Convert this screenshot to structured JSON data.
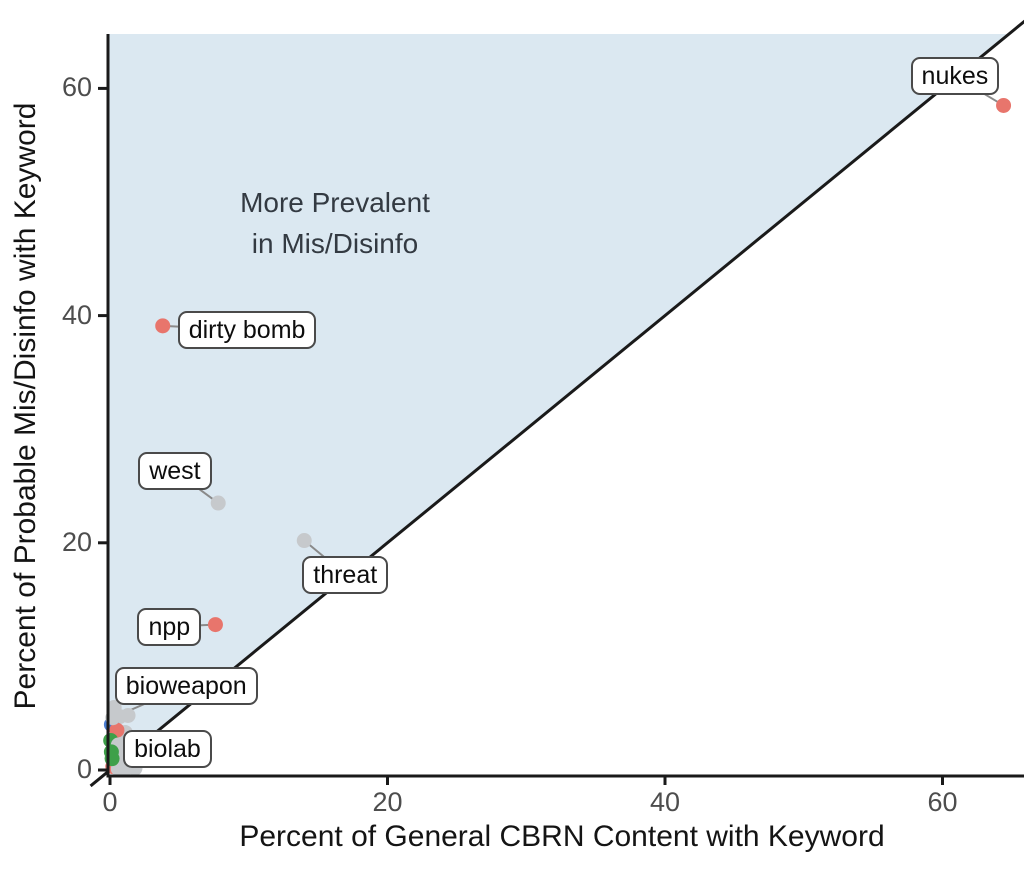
{
  "figure": {
    "annotation": {
      "line1": "More Prevalent",
      "line2": "in Mis/Disinfo"
    },
    "colors": {
      "background": "#FFFFFF",
      "shaded_region": "#DBE8F1",
      "reference_line": "#1A1A1A",
      "axis": "#1A1A1A",
      "tick_label": "#4D4D4D",
      "leader": "#8A8A8A",
      "salmon": "#E8756C",
      "gray": "#C6C9CC",
      "blue": "#4B7ED3",
      "green": "#3EA049"
    }
  },
  "chart_data": {
    "type": "scatter",
    "title": "",
    "xlabel": "Percent of General CBRN Content with Keyword",
    "ylabel": "Percent of Probable Mis/Disinfo with Keyword",
    "xlim": [
      0,
      66
    ],
    "ylim": [
      0,
      65
    ],
    "x_ticks": [
      0,
      20,
      40,
      60
    ],
    "y_ticks": [
      0,
      20,
      40,
      60
    ],
    "grid": "off",
    "legend": "none",
    "reference_line": {
      "type": "identity",
      "equation": "y = x"
    },
    "shaded_region": {
      "description": "region above the identity line",
      "label": "More Prevalent in Mis/Disinfo"
    },
    "labeled_points": [
      {
        "label": "nukes",
        "x": 64.4,
        "y": 58.5,
        "color": "salmon",
        "label_dx": -93,
        "label_dy": -48
      },
      {
        "label": "dirty bomb",
        "x": 3.8,
        "y": 39.1,
        "color": "salmon",
        "label_dx": 15,
        "label_dy": -15
      },
      {
        "label": "west",
        "x": 7.8,
        "y": 23.5,
        "color": "gray",
        "label_dx": -80,
        "label_dy": -51
      },
      {
        "label": "threat",
        "x": 14.0,
        "y": 20.2,
        "color": "gray",
        "label_dx": -2,
        "label_dy": 15
      },
      {
        "label": "npp",
        "x": 7.6,
        "y": 12.8,
        "color": "salmon",
        "label_dx": -78,
        "label_dy": -17
      },
      {
        "label": "bioweapon",
        "x": 0.2,
        "y": 4.6,
        "color": "gray",
        "label_dx": 2,
        "label_dy": -51
      },
      {
        "label": "biolab",
        "x": 0.15,
        "y": 1.0,
        "color": "green",
        "label_dx": 11,
        "label_dy": -29
      }
    ],
    "unlabeled_points": [
      {
        "x": 0.3,
        "y": 5.5,
        "color": "gray"
      },
      {
        "x": 0.7,
        "y": 4.7,
        "color": "gray"
      },
      {
        "x": 1.3,
        "y": 4.8,
        "color": "gray"
      },
      {
        "x": 0.1,
        "y": 4.0,
        "color": "blue"
      },
      {
        "x": 1.1,
        "y": 3.3,
        "color": "gray"
      },
      {
        "x": 0.5,
        "y": 3.5,
        "color": "salmon"
      },
      {
        "x": 0.05,
        "y": 2.6,
        "color": "green"
      },
      {
        "x": 0.6,
        "y": 2.2,
        "color": "gray"
      },
      {
        "x": 0.9,
        "y": 1.1,
        "color": "gray"
      },
      {
        "x": 0.1,
        "y": 1.6,
        "color": "green"
      },
      {
        "x": 0.2,
        "y": 0.3,
        "color": "salmon"
      },
      {
        "x": 1.2,
        "y": 0.2,
        "color": "gray"
      },
      {
        "x": 1.8,
        "y": 0.15,
        "color": "gray"
      },
      {
        "x": 0.6,
        "y": 0.1,
        "color": "gray"
      }
    ]
  }
}
